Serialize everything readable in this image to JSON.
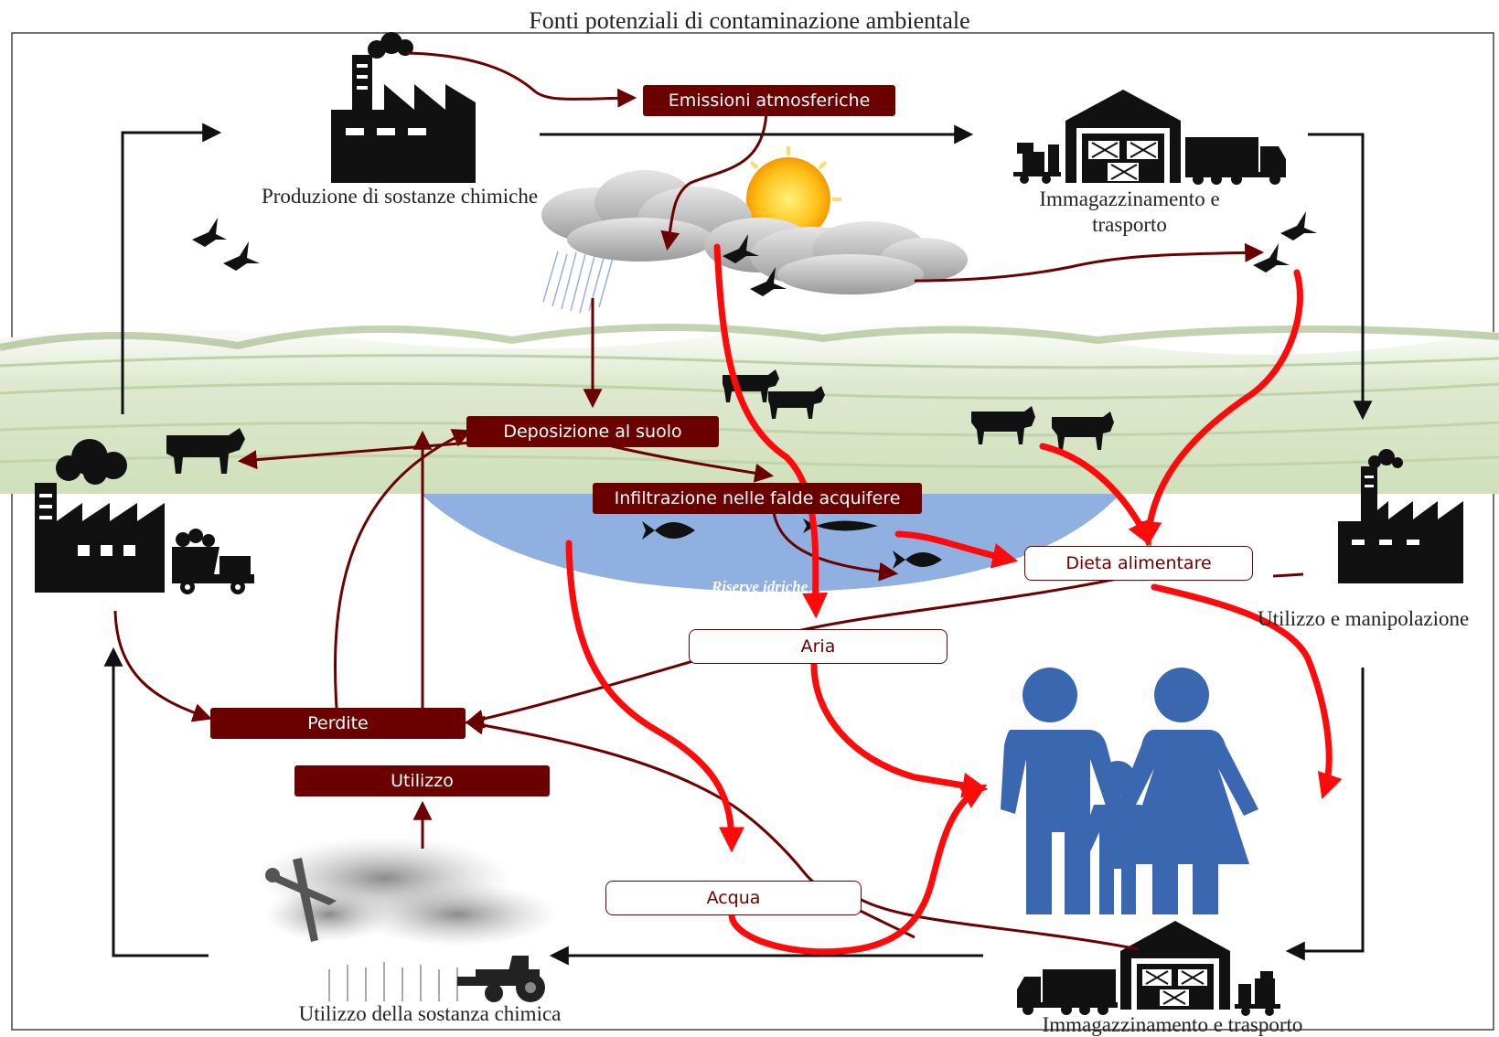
{
  "title": "Fonti potenziali di contaminazione ambientale",
  "captions": {
    "production": "Produzione di sostanze chimiche",
    "storage_top_line1": "Immagazzinamento e",
    "storage_top_line2": "trasporto",
    "use_handling": "Utilizzo  e manipolazione",
    "chemical_use": "Utilizzo  della sostanza chimica",
    "storage_bottom": "Immagazzinamento e trasporto",
    "water_reserves": "Riserve idriche"
  },
  "boxes": {
    "emissions": "Emissioni atmosferiche",
    "soil_deposition": "Deposizione al suolo",
    "groundwater_infiltration": "Infiltrazione nelle falde acquifere",
    "diet": "Dieta alimentare",
    "air": "Aria",
    "losses": "Perdite",
    "use": "Utilizzo",
    "water": "Acqua"
  },
  "colors": {
    "dark_box": "#6b0000",
    "arrow_dark": "#6b0000",
    "exposure_arrow": "#ff0a0a",
    "people": "#3a67b0",
    "icons": "#111111",
    "water": "#8fb0e0",
    "field": "#c9dcb0"
  }
}
